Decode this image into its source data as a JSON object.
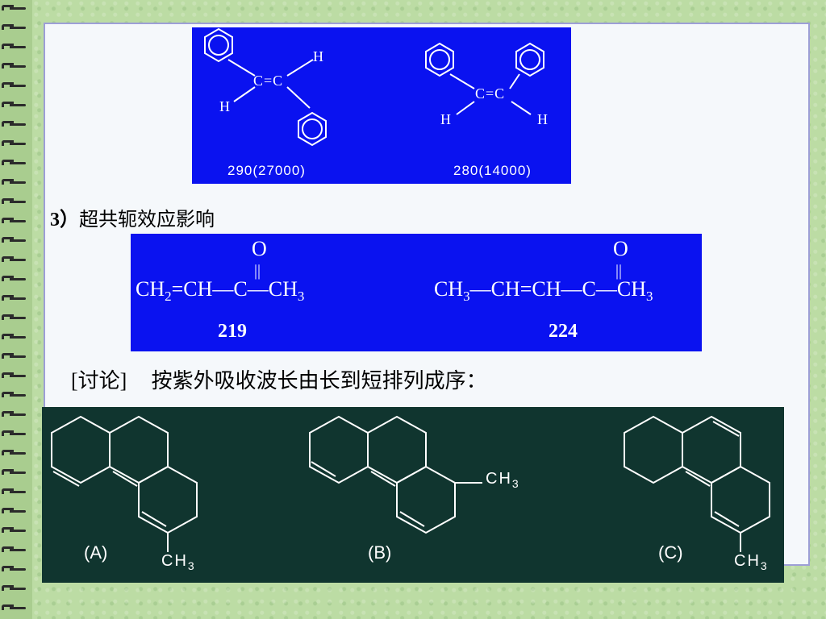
{
  "stilbene": {
    "trans_value": "290(27000)",
    "cis_value": "280(14000)",
    "atom_cc": "C=C",
    "atom_h": "H"
  },
  "section": {
    "number": "3）",
    "title": "超共轭效应影响"
  },
  "ketones": {
    "oxygen": "O",
    "double_bond": "||",
    "left": {
      "p1": "CH",
      "s1": "2",
      "p2": "=CH",
      "bond1": "—",
      "p3": "C",
      "bond2": "—",
      "p4": "CH",
      "s2": "3"
    },
    "right": {
      "p1": "CH",
      "s1": "3",
      "bond0": "—",
      "p2": "CH=CH",
      "bond1": "—",
      "p3": "C",
      "bond2": "—",
      "p4": "CH",
      "s2": "3"
    },
    "left_lambda": "219",
    "right_lambda": "224"
  },
  "discussion": {
    "tag": "[讨论]",
    "text": "按紫外吸收波长由长到短排列成序："
  },
  "molecules": {
    "labels": [
      "(A)",
      "(B)",
      "(C)"
    ],
    "methyl": {
      "main": "CH",
      "sub": "3"
    }
  },
  "colors": {
    "blue_panel": "#0a12f0",
    "dark_panel": "#10352f",
    "paper": "#f5f8fb",
    "border": "#9d9fd6"
  }
}
